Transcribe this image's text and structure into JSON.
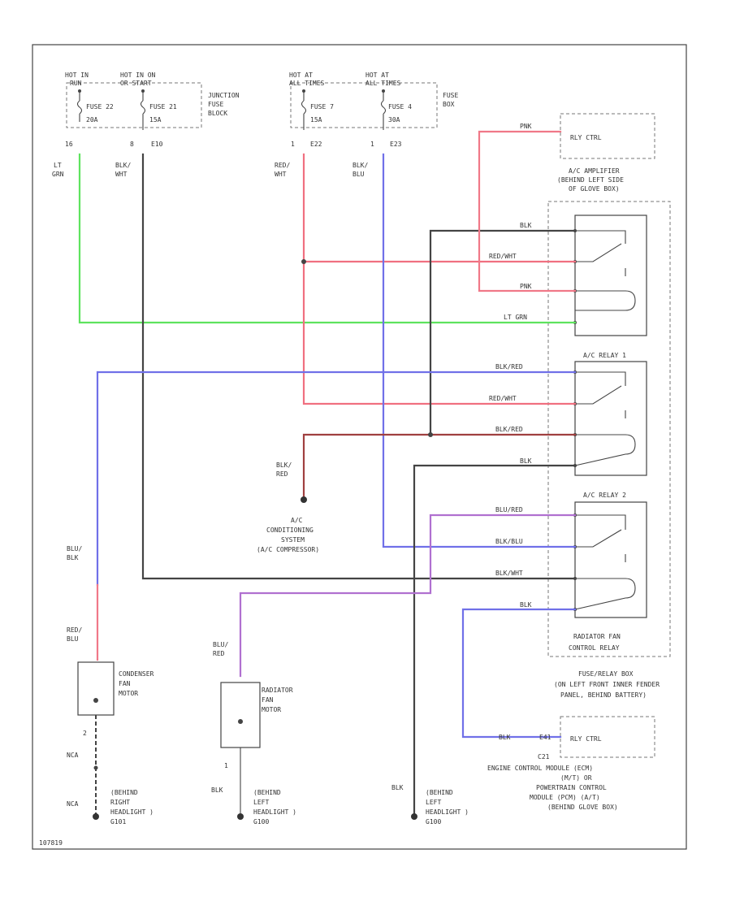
{
  "fuse_labels": {
    "hot_1": "HOT IN",
    "hot_1b": "RUN",
    "fuse_22": "FUSE 22",
    "amp_22": "20A",
    "hot_2": "HOT IN ON",
    "hot_2b": "OR START",
    "fuse_21": "FUSE 21",
    "amp_21": "15A",
    "junction": [
      "JUNCTION",
      "FUSE",
      "BLOCK"
    ],
    "hot_3": "HOT AT",
    "hot_3b": "ALL TIMES",
    "fuse_7": "FUSE 7",
    "amp_7": "15A",
    "hot_4": "HOT AT",
    "hot_4b": "ALL TIMES",
    "fuse_4": "FUSE 4",
    "amp_4": "30A",
    "fuse_box": [
      "FUSE",
      "BOX"
    ]
  },
  "pin_labels": {
    "p16": "16",
    "p8": "8",
    "e10": "E10",
    "p1a": "1",
    "e22": "E22",
    "p1b": "1",
    "e23": "E23"
  },
  "wire_labels": {
    "lt_grn": [
      "LT",
      "GRN"
    ],
    "blk_wht": [
      "BLK/",
      "WHT"
    ],
    "red_wht": [
      "RED/",
      "WHT"
    ],
    "blk_blu": [
      "BLK/",
      "BLU"
    ],
    "blk_red": [
      "BLK/",
      "RED"
    ],
    "blu_blk": [
      "BLU/",
      "BLK"
    ],
    "red_blu": [
      "RED/",
      "BLU"
    ],
    "blu_red2": [
      "BLU/",
      "RED"
    ],
    "blk_left": "BLK",
    "blk_right": "BLK",
    "nca1": "NCA",
    "nca2": "NCA",
    "pin2": "2",
    "pin1": "1",
    "pnk_top": "PNK",
    "blk_amp": "BLK",
    "redwht_amp": "RED/WHT",
    "pnk_amp": "PNK",
    "ltgrn_amp": "LT GRN",
    "blkred_r1": "BLK/RED",
    "redwht_r1": "RED/WHT",
    "blkred_r1b": "BLK/RED",
    "blk_r1": "BLK",
    "blured_r2": "BLU/RED",
    "blkblu_r2": "BLK/BLU",
    "blkwht_r2": "BLK/WHT",
    "blk_r2": "BLK",
    "blk_ecm": "BLK",
    "c21": "C21",
    "e41": "E41"
  },
  "components": {
    "rly_ctrl_top": "RLY CTRL",
    "ac_amp": [
      "A/C AMPLIFIER",
      "(BEHIND LEFT SIDE",
      "OF GLOVE BOX)"
    ],
    "ac_relay_1": "A/C RELAY 1",
    "ac_relay_2": "A/C RELAY 2",
    "rad_fan_relay": [
      "RADIATOR FAN",
      "CONTROL RELAY"
    ],
    "fuse_relay_box": [
      "FUSE/RELAY BOX",
      "(ON LEFT FRONT INNER FENDER",
      "PANEL, BEHIND BATTERY)"
    ],
    "ac_system": [
      "A/C",
      "CONDITIONING",
      "SYSTEM",
      "(A/C COMPRESSOR)"
    ],
    "cond_fan": [
      "CONDENSER",
      "FAN",
      "MOTOR"
    ],
    "rad_fan": [
      "RADIATOR",
      "FAN",
      "MOTOR"
    ],
    "rly_ctrl_bottom": "RLY CTRL",
    "ecm": [
      "ENGINE CONTROL MODULE (ECM)",
      "(M/T) OR",
      "POWERTRAIN CONTROL",
      "MODULE (PCM) (A/T)",
      "(BEHIND GLOVE BOX)"
    ],
    "gnd_1": [
      "(BEHIND",
      "RIGHT",
      "HEADLIGHT )",
      "G101"
    ],
    "gnd_2": [
      "(BEHIND",
      "LEFT",
      "HEADLIGHT )",
      "G100"
    ],
    "gnd_3": [
      "(BEHIND",
      "LEFT",
      "HEADLIGHT )",
      "G100"
    ]
  },
  "footer_code": "107819",
  "colors": {
    "lt_grn": "#5ee35e",
    "red": "#f07080",
    "blue": "#7070e8",
    "black": "#444444",
    "dark_red": "#a04040",
    "purple": "#b070d0",
    "pink": "#f07888"
  }
}
